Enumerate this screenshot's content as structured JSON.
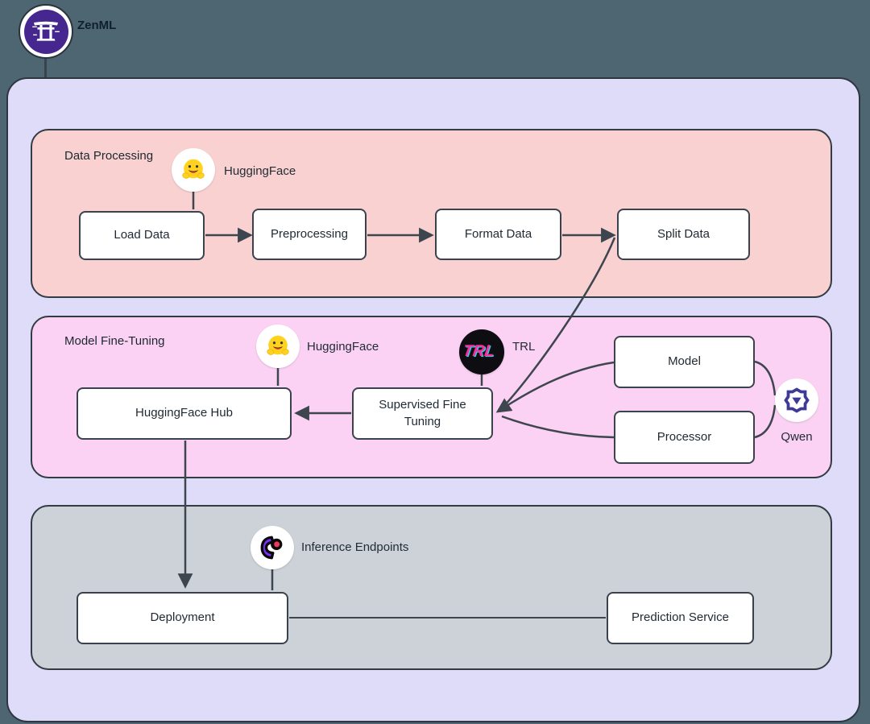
{
  "brand": {
    "name": "ZenML"
  },
  "sections": {
    "data_processing": {
      "label": "Data Processing"
    },
    "model_fine_tuning": {
      "label": "Model Fine-Tuning"
    },
    "deployment_section": {
      "label": ""
    }
  },
  "tools": {
    "hf1": {
      "label": "HuggingFace",
      "icon": "huggingface-icon"
    },
    "hf2": {
      "label": "HuggingFace",
      "icon": "huggingface-icon"
    },
    "trl": {
      "label": "TRL",
      "icon": "trl-icon"
    },
    "qwen": {
      "label": "Qwen",
      "icon": "qwen-icon"
    },
    "inference": {
      "label": "Inference Endpoints",
      "icon": "inference-endpoints-icon"
    }
  },
  "nodes": {
    "load_data": "Load Data",
    "preprocessing": "Preprocessing",
    "format_data": "Format Data",
    "split_data": "Split Data",
    "huggingface_hub": "HuggingFace Hub",
    "supervised_fine_tuning": "Supervised Fine Tuning",
    "model": "Model",
    "processor": "Processor",
    "deployment": "Deployment",
    "prediction_service": "Prediction Service"
  },
  "edges": [
    {
      "from": "Load Data",
      "to": "Preprocessing",
      "arrow": true
    },
    {
      "from": "Preprocessing",
      "to": "Format Data",
      "arrow": true
    },
    {
      "from": "Format Data",
      "to": "Split Data",
      "arrow": true
    },
    {
      "from": "Split Data",
      "to": "Supervised Fine Tuning",
      "arrow": true
    },
    {
      "from": "Model",
      "to": "Supervised Fine Tuning",
      "arrow": true
    },
    {
      "from": "Processor",
      "to": "Supervised Fine Tuning",
      "arrow": true
    },
    {
      "from": "Model",
      "to": "Qwen",
      "arrow": false
    },
    {
      "from": "Processor",
      "to": "Qwen",
      "arrow": false
    },
    {
      "from": "Supervised Fine Tuning",
      "to": "HuggingFace Hub",
      "arrow": true
    },
    {
      "from": "HuggingFace Hub",
      "to": "Deployment",
      "arrow": true
    },
    {
      "from": "Deployment",
      "to": "Prediction Service",
      "arrow": false
    },
    {
      "from": "HuggingFace",
      "to": "Load Data",
      "arrow": false
    },
    {
      "from": "HuggingFace",
      "to": "HuggingFace Hub",
      "arrow": false
    },
    {
      "from": "TRL",
      "to": "Supervised Fine Tuning",
      "arrow": false
    },
    {
      "from": "Inference Endpoints",
      "to": "Deployment",
      "arrow": false
    }
  ],
  "colors": {
    "page_bg": "#4d6672",
    "canvas_bg": "#dedcf9",
    "section_data_processing": "#f9d1d1",
    "section_model_fine_tuning": "#fbd2f3",
    "section_deployment": "#cdd2d9",
    "node_bg": "#ffffff",
    "stroke": "#3d464f",
    "zenml_purple": "#46278f",
    "hf_yellow": "#ffd21e",
    "trl_pink": "#ff2a9d",
    "qwen_indigo": "#3e3a96",
    "inference_purple": "#7b2ff7",
    "inference_red": "#f5365c"
  }
}
